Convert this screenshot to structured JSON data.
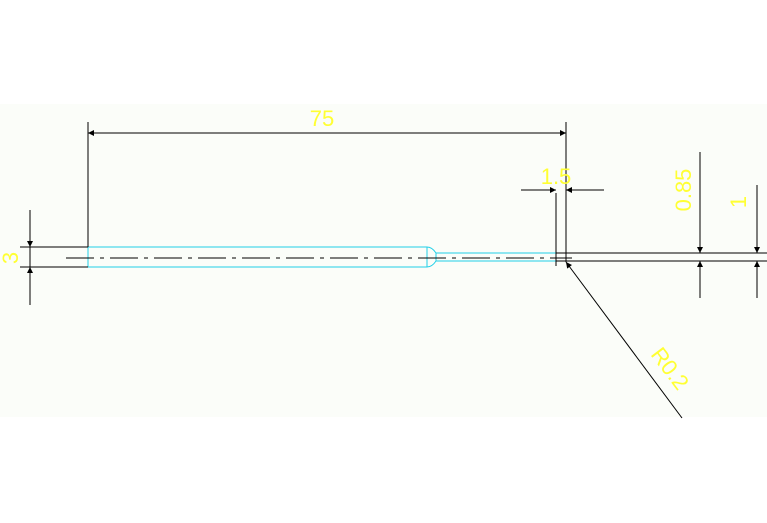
{
  "colors": {
    "background": "#ffffff",
    "drawing_area": "#fbfdf9",
    "dimension_lines": "#000000",
    "dimension_text": "#ffff33",
    "part_outline": "#22d0e8",
    "centerline": "#000000"
  },
  "dimensions": {
    "overall_length": "75",
    "step_length": "1.5",
    "left_diameter": "3",
    "tip_diameter": "0.85",
    "right_diameter": "1",
    "tip_radius": "R0.2"
  }
}
